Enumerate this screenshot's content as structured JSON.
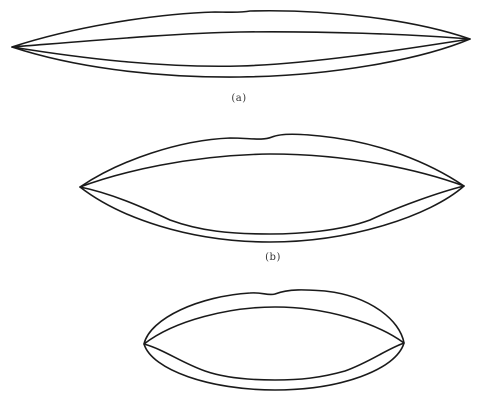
{
  "panels": [
    {
      "id": "a",
      "label": "(a)"
    },
    {
      "id": "b",
      "label": "(b)"
    },
    {
      "id": "c",
      "label": ""
    }
  ],
  "stroke_color": "#1a1a1a",
  "background_color": "#ffffff"
}
